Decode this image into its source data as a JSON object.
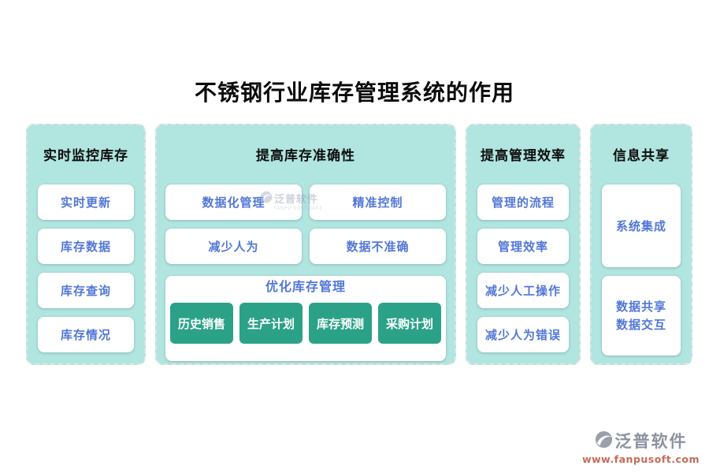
{
  "page": {
    "title": "不锈钢行业库存管理系统的作用"
  },
  "colors": {
    "panel_bg": "#b1e5df",
    "panel_border_dashed": "#dde6e4",
    "card_bg": "#ffffff",
    "card_text_blue": "#5277d8",
    "green_button_bg": "#2ba287",
    "green_button_text": "#ffffff",
    "header_text": "#0d0d0d",
    "watermark_gray": "#8b93a0",
    "watermark_url_red": "#c66a5a"
  },
  "panels": [
    {
      "header": "实时监控库存",
      "items": [
        "实时更新",
        "库存数据",
        "库存查询",
        "库存情况"
      ]
    },
    {
      "header": "提高库存准确性",
      "items": [
        "数据化管理",
        "精准控制",
        "减少人为",
        "数据不准确"
      ],
      "subpanel": {
        "title": "优化库存管理",
        "buttons": [
          "历史销售",
          "生产计划",
          "库存预测",
          "采购计划"
        ]
      }
    },
    {
      "header": "提高管理效率",
      "items": [
        "管理的流程",
        "管理效率",
        "减少人工操作",
        "减少人为错误"
      ]
    },
    {
      "header": "信息共享",
      "items": [
        "系统集成",
        "数据共享\n数据交互"
      ]
    }
  ],
  "watermark_center": {
    "brand": "泛普软件",
    "sub": "FANPU SOFTWARE"
  },
  "watermark_footer": {
    "brand": "泛普软件",
    "url": "www.fanpusoft.com"
  }
}
